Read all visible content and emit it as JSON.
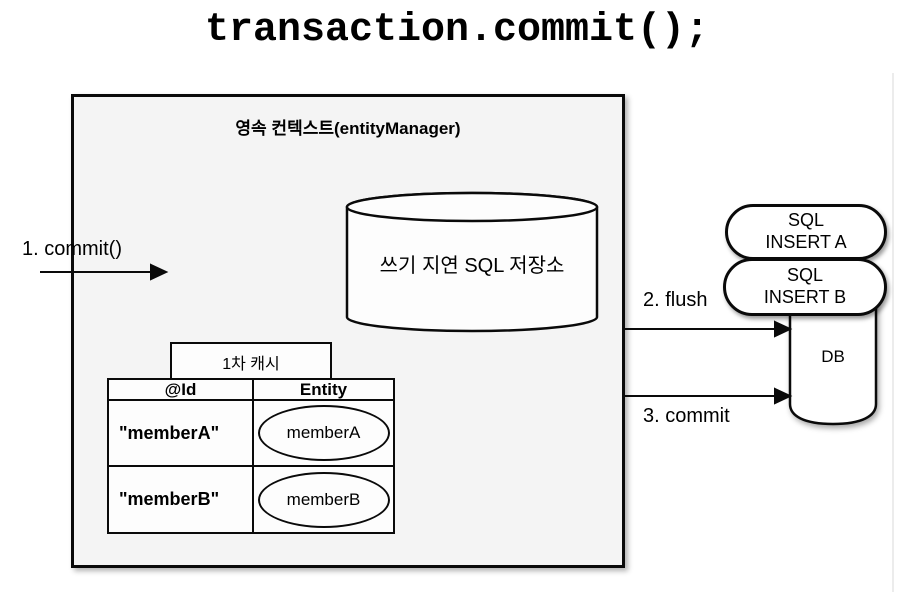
{
  "title": "transaction.commit();",
  "persistence_context": {
    "label": "영속 컨텍스트(entityManager)",
    "sql_store": {
      "label": "쓰기 지연 SQL 저장소"
    },
    "first_level_cache": {
      "label": "1차 캐시",
      "columns": {
        "id": "@Id",
        "entity": "Entity"
      },
      "rows": [
        {
          "id": "\"memberA\"",
          "entity": "memberA"
        },
        {
          "id": "\"memberB\"",
          "entity": "memberB"
        }
      ]
    }
  },
  "arrows": {
    "commit_in": "1. commit()",
    "flush": "2. flush",
    "commit_out": "3. commit"
  },
  "database": {
    "label": "DB",
    "sql_insert_a": {
      "line1": "SQL",
      "line2": "INSERT A"
    },
    "sql_insert_b": {
      "line1": "SQL",
      "line2": "INSERT B"
    }
  },
  "colors": {
    "box_fill": "#f4f4f4",
    "line": "#0a0a0a",
    "background": "#ffffff"
  }
}
